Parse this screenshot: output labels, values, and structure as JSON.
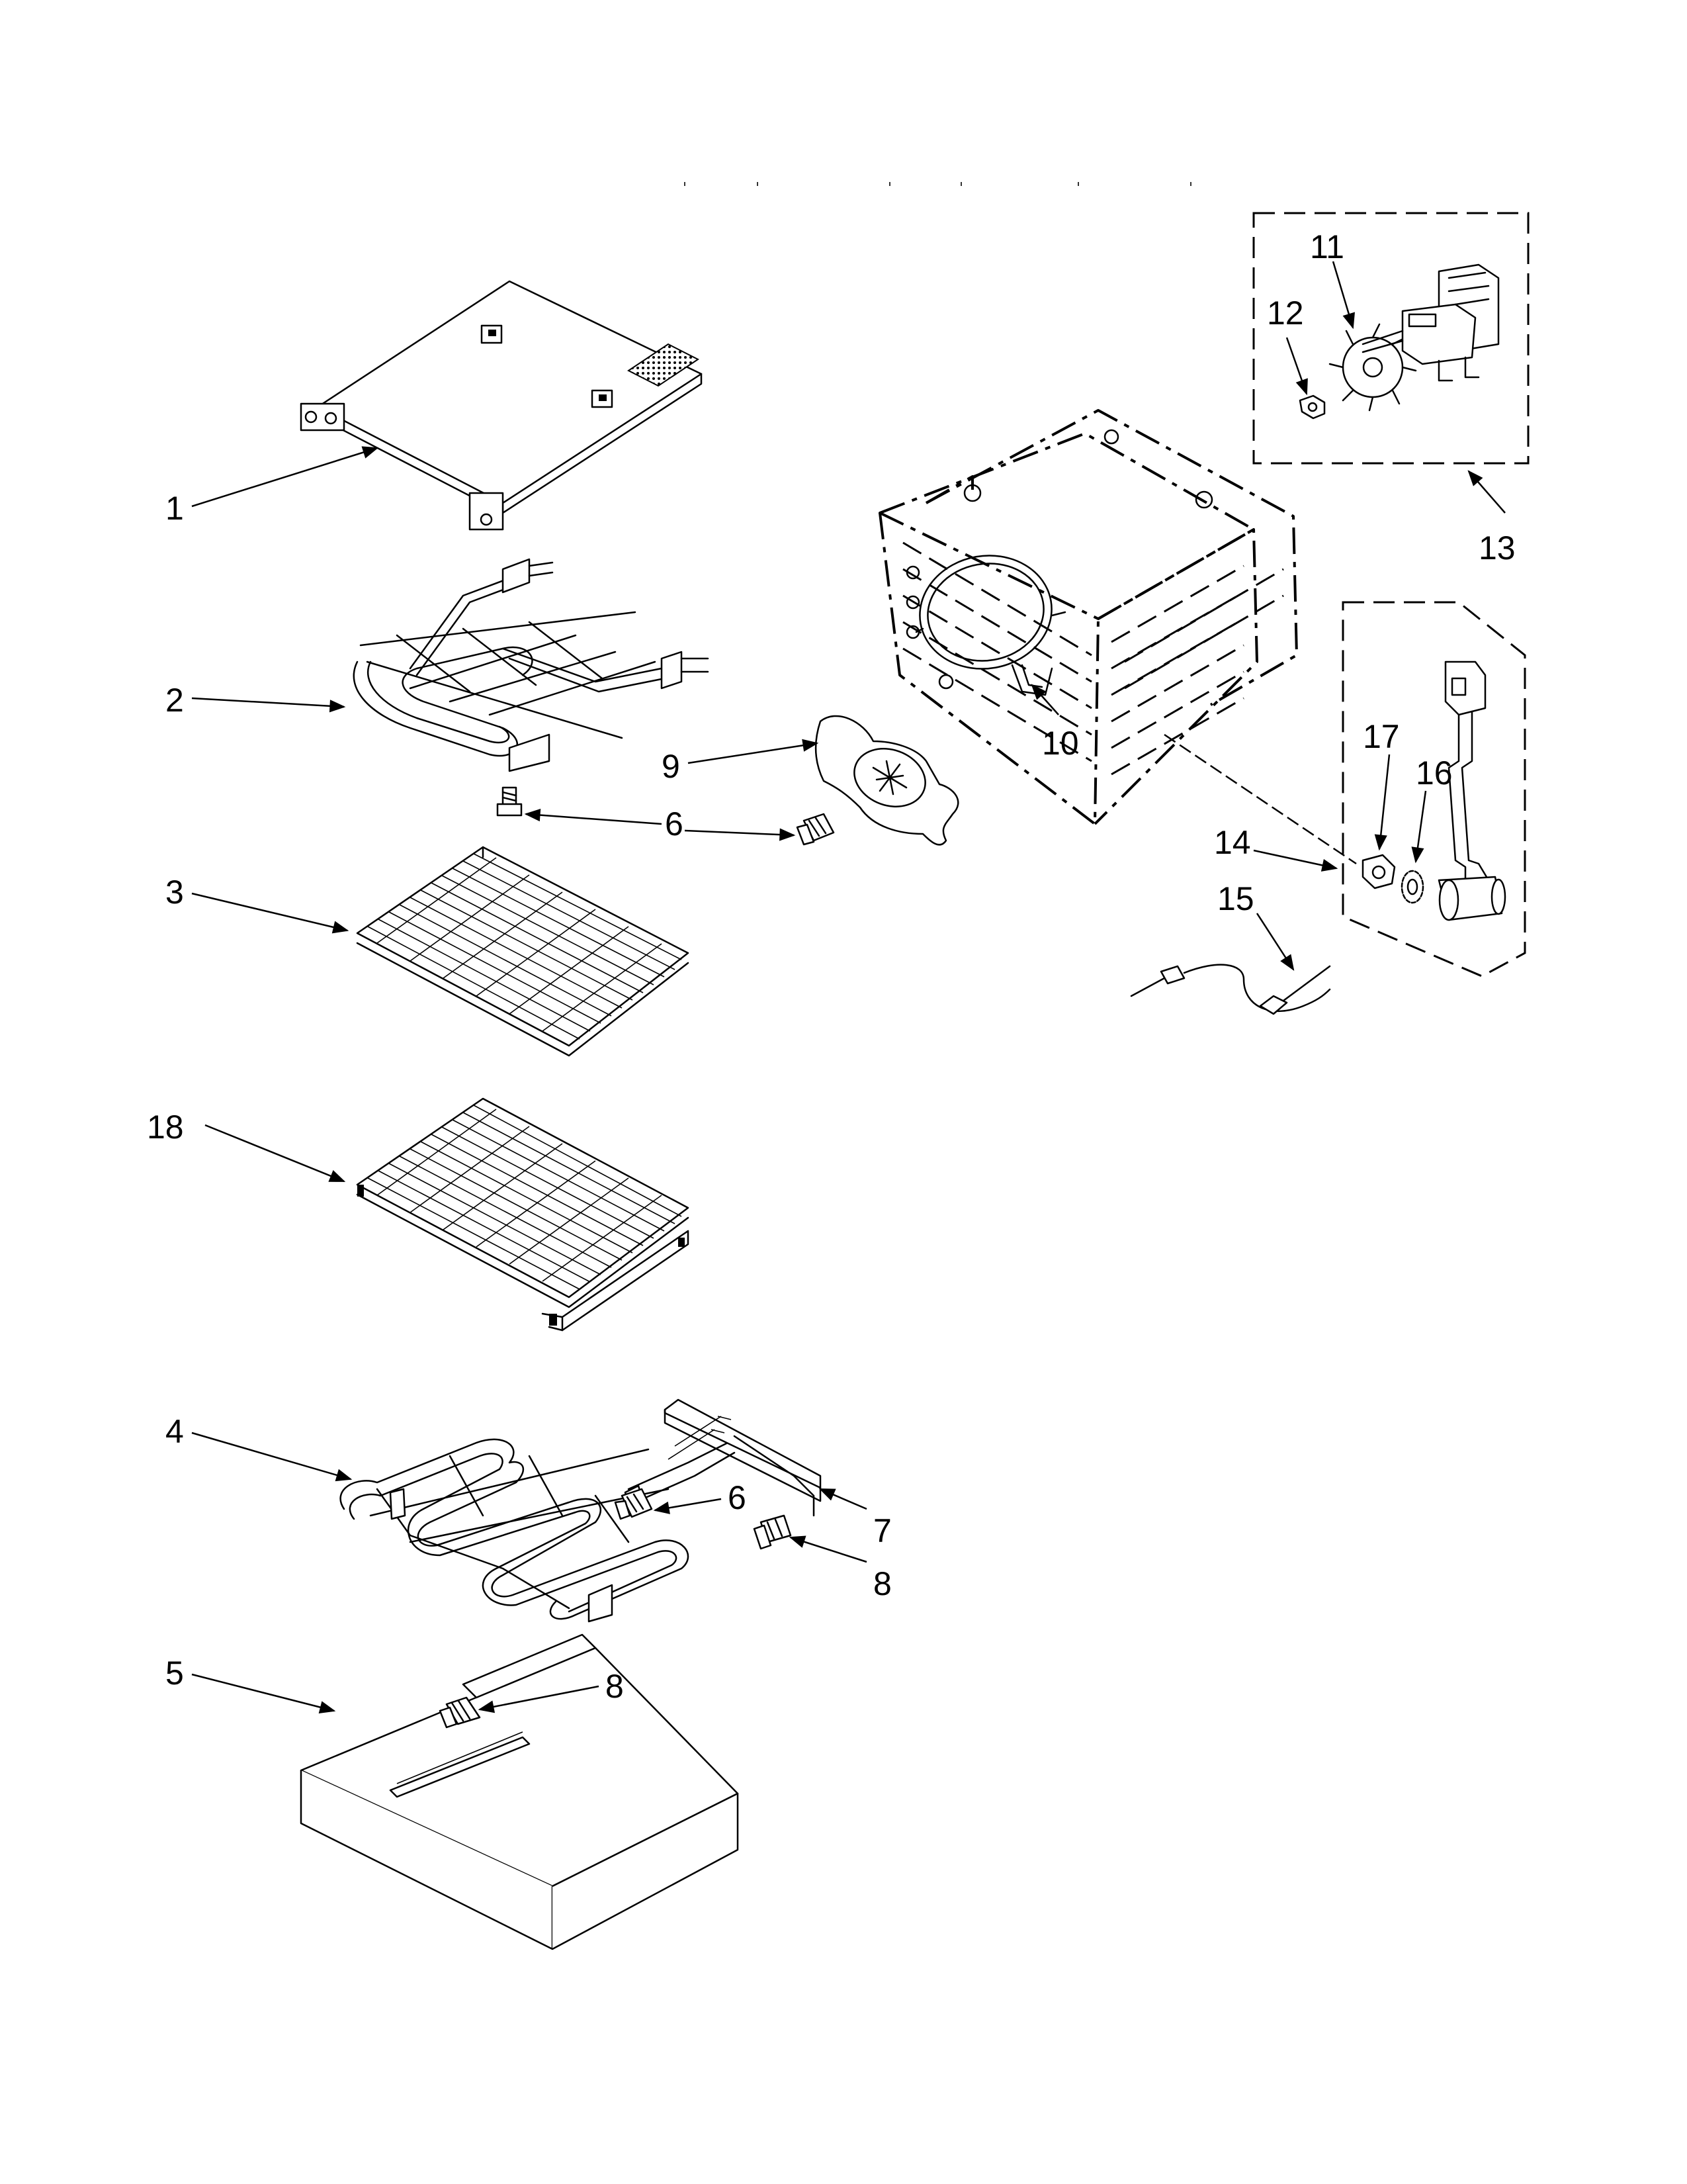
{
  "callouts": {
    "c1": "1",
    "c2": "2",
    "c3": "3",
    "c4": "4",
    "c5": "5",
    "c6a": "6",
    "c6b": "6",
    "c7": "7",
    "c8a": "8",
    "c8b": "8",
    "c9": "9",
    "c10": "10",
    "c11": "11",
    "c12": "12",
    "c13": "13",
    "c14": "14",
    "c15": "15",
    "c16": "16",
    "c17": "17",
    "c18": "18"
  }
}
